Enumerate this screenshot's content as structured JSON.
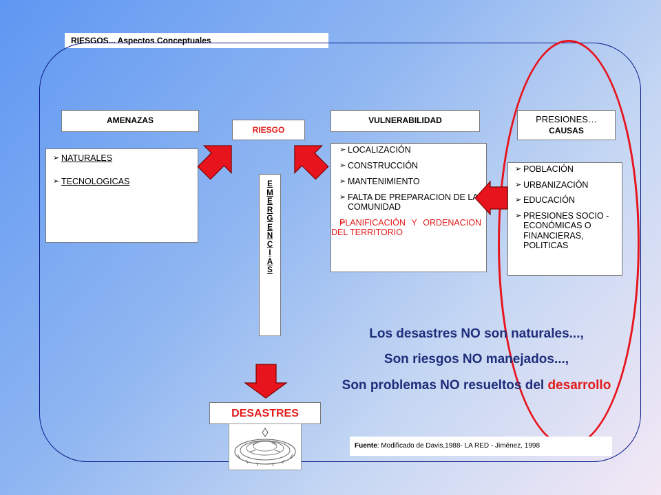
{
  "title": "RIESGOS... Aspectos Conceptuales",
  "amenazas": {
    "header": "AMENAZAS",
    "items": [
      "NATURALES",
      "TECNOLOGICAS"
    ]
  },
  "riesgo": {
    "header": "RIESGO"
  },
  "emergencias": {
    "letters": [
      "E",
      "M",
      "E",
      "R",
      "G",
      "E",
      "N",
      "C",
      "I",
      "A",
      "S"
    ]
  },
  "vulnerabilidad": {
    "header": "VULNERABILIDAD",
    "items": [
      "LOCALIZACIÓN",
      "CONSTRUCCIÓN",
      "MANTENIMIENTO",
      "FALTA DE PREPARACION DE LA COMUNIDAD"
    ],
    "highlight_item": "PLANIFICACIÓN Y ORDENACION DEL TERRITORIO"
  },
  "presiones": {
    "header_line1": "PRESIONES…",
    "header_line2": "CAUSAS",
    "items": [
      "POBLACIÓN",
      "URBANIZACIÓN",
      "EDUCACIÓN",
      "PRESIONES SOCIO - ECONÓMICAS O FINANCIERAS, POLITICAS"
    ]
  },
  "messages": {
    "line1": "Los desastres NO son naturales...,",
    "line2": "Son riesgos NO manejados...,",
    "line3_prefix": "Son problemas NO resueltos del ",
    "line3_highlight": "desarrollo"
  },
  "desastres": {
    "label": "DESASTRES"
  },
  "source": {
    "label": "Fuente",
    "text": ": Modificado de Davis,1988- LA RED - Jiménez, 1998"
  },
  "colors": {
    "arrow_red": "#e8141d",
    "highlight_red": "#e21a1a",
    "message_blue": "#1f2d7a",
    "frame_blue": "#0a1a8a"
  }
}
